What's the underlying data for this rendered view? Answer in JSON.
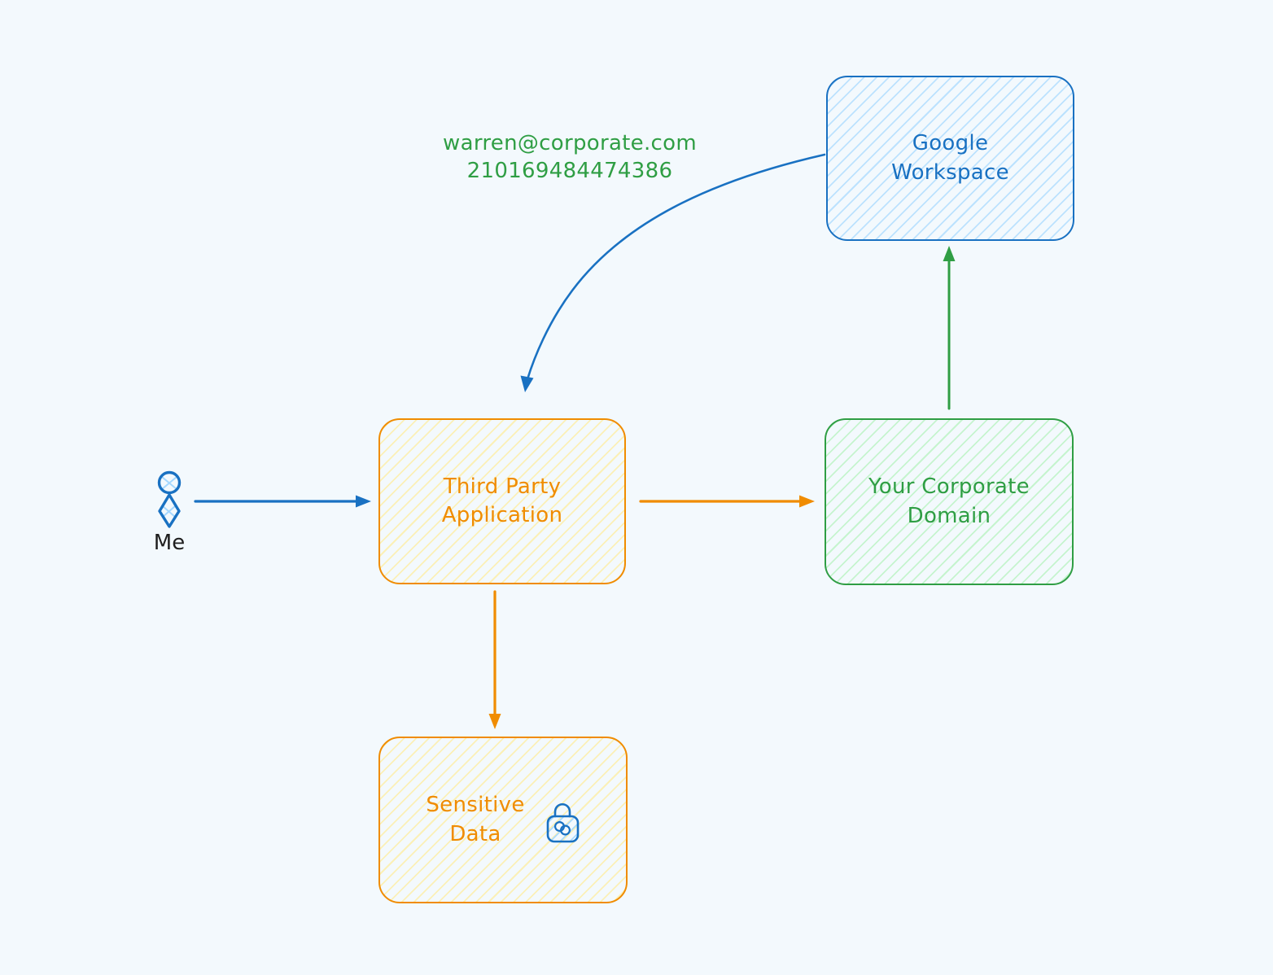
{
  "canvas": {
    "background_color": "#f3f9fd"
  },
  "annotation": {
    "line1": "warren@corporate.com",
    "line2": "210169484474386",
    "color": "#2f9e44"
  },
  "actor": {
    "label": "Me",
    "label_color": "#1e1e1e",
    "icon": "person-icon",
    "icon_color": "#1971c2",
    "icon_hatch_color": "#a5d8ff"
  },
  "nodes": {
    "google_workspace": {
      "lines": [
        "Google",
        "Workspace"
      ],
      "color": "#1971c2",
      "fill": "#a5d8ff"
    },
    "third_party_application": {
      "lines": [
        "Third Party",
        "Application"
      ],
      "color": "#f08c00",
      "fill": "#ffec99"
    },
    "your_corporate_domain": {
      "lines": [
        "Your Corporate",
        "Domain"
      ],
      "color": "#2f9e44",
      "fill": "#b2f2bb"
    },
    "sensitive_data": {
      "lines": [
        "Sensitive",
        "Data"
      ],
      "color": "#f08c00",
      "fill": "#ffec99",
      "icon": "lock-icon",
      "icon_color": "#1971c2",
      "icon_hatch_color": "#a5d8ff"
    }
  },
  "edges": {
    "me_to_third_party": {
      "color": "#1971c2"
    },
    "google_to_third_party": {
      "color": "#1971c2"
    },
    "third_party_to_corporate": {
      "color": "#f08c00"
    },
    "third_party_to_sensitive": {
      "color": "#f08c00"
    },
    "corporate_to_google": {
      "color": "#2f9e44"
    }
  }
}
